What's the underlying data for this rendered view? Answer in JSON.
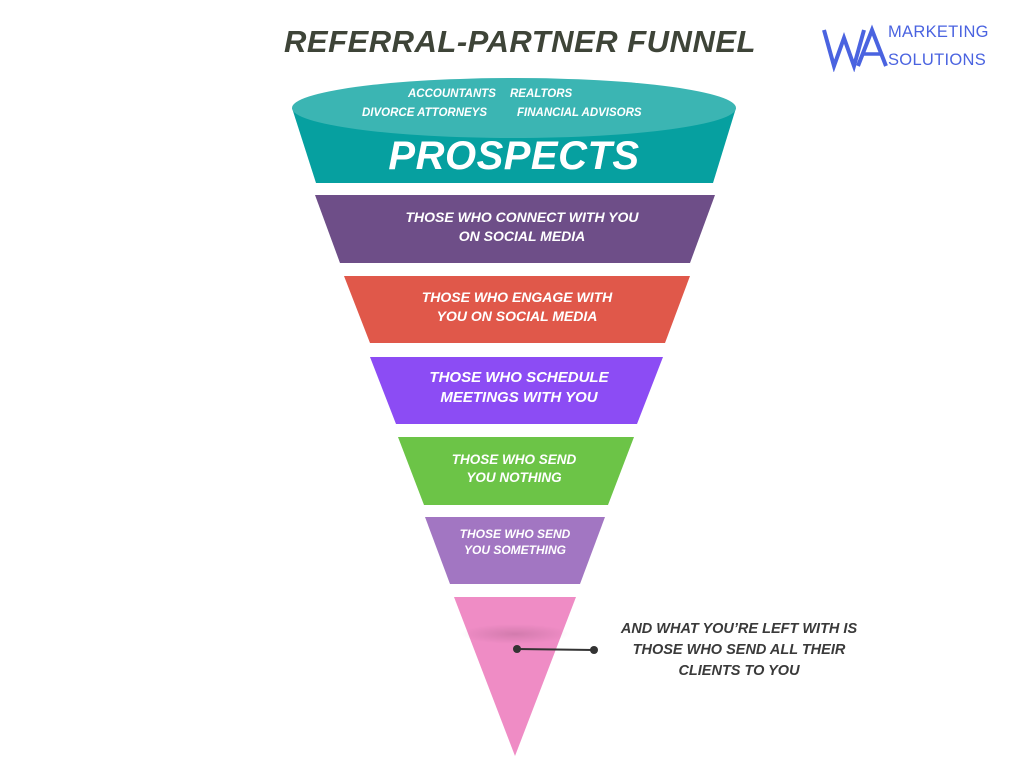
{
  "title": "REFERRAL-PARTNER FUNNEL",
  "logo": {
    "mark": "WA",
    "line1": "MARKETING",
    "line2": "SOLUTIONS",
    "color": "#4a63e0"
  },
  "funnel": {
    "top": {
      "partners": [
        "ACCOUNTANTS",
        "REALTORS",
        "DIVORCE ATTORNEYS",
        "FINANCIAL ADVISORS"
      ],
      "label": "PROSPECTS",
      "color": "#06a0a0",
      "rim_color": "#3bb5b3"
    },
    "stages": [
      {
        "line1": "THOSE WHO CONNECT WITH YOU",
        "line2": "ON SOCIAL MEDIA",
        "color": "#6e4e88"
      },
      {
        "line1": "THOSE WHO ENGAGE WITH",
        "line2": "YOU ON SOCIAL MEDIA",
        "color": "#e0584a"
      },
      {
        "line1": "THOSE WHO SCHEDULE",
        "line2": "MEETINGS WITH YOU",
        "color": "#8c4cf4"
      },
      {
        "line1": "THOSE WHO SEND",
        "line2": "YOU NOTHING",
        "color": "#6cc447"
      },
      {
        "line1": "THOSE WHO SEND",
        "line2": "YOU SOMETHING",
        "color": "#a276c2"
      }
    ],
    "tip": {
      "color": "#ef8cc5"
    }
  },
  "callout": {
    "line1": "AND WHAT YOU’RE LEFT WITH IS",
    "line2": "THOSE WHO SEND ALL THEIR",
    "line3": "CLIENTS TO YOU",
    "color": "#3a3a3a"
  }
}
